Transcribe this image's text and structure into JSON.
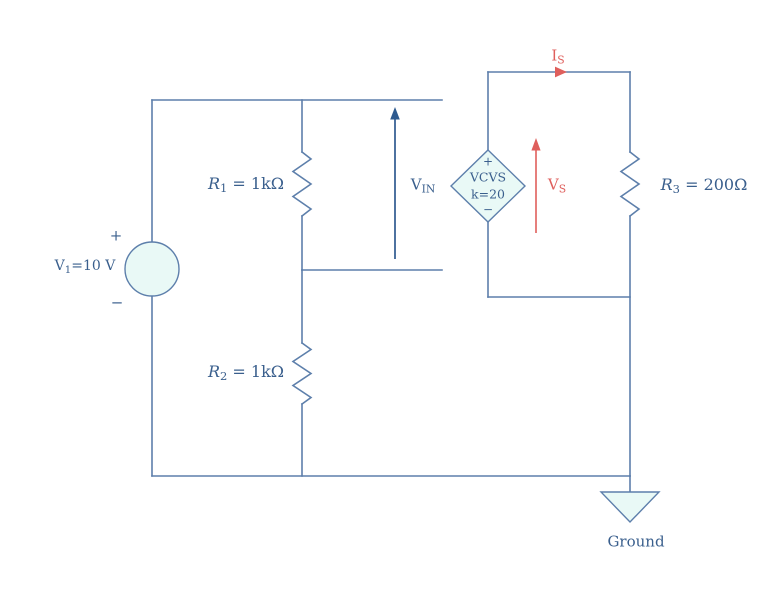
{
  "diagram": {
    "type": "circuit-schematic",
    "components": {
      "v1": {
        "name": "V",
        "sub": "1",
        "value": "=10 V",
        "plus": "+",
        "minus": "−"
      },
      "r1": {
        "name": "R",
        "sub": "1",
        "value": " = 1kΩ"
      },
      "r2": {
        "name": "R",
        "sub": "2",
        "value": " = 1kΩ"
      },
      "r3": {
        "name": "R",
        "sub": "3",
        "value": " = 200Ω"
      },
      "vcvs": {
        "plus": "+",
        "title": "VCVS",
        "gain": "k=20",
        "minus": "−"
      },
      "vin": {
        "name": "V",
        "sub": "IN"
      },
      "vs": {
        "name": "V",
        "sub": "S"
      },
      "is": {
        "name": "I",
        "sub": "S"
      },
      "ground": {
        "label": "Ground"
      }
    }
  },
  "colors": {
    "wire": "#5d7fab",
    "ink": "#3a5f8d",
    "arrow": "#2e5a8f",
    "red": "#df5f5c",
    "node": "#e9f9f6",
    "background": "#ffffff"
  }
}
